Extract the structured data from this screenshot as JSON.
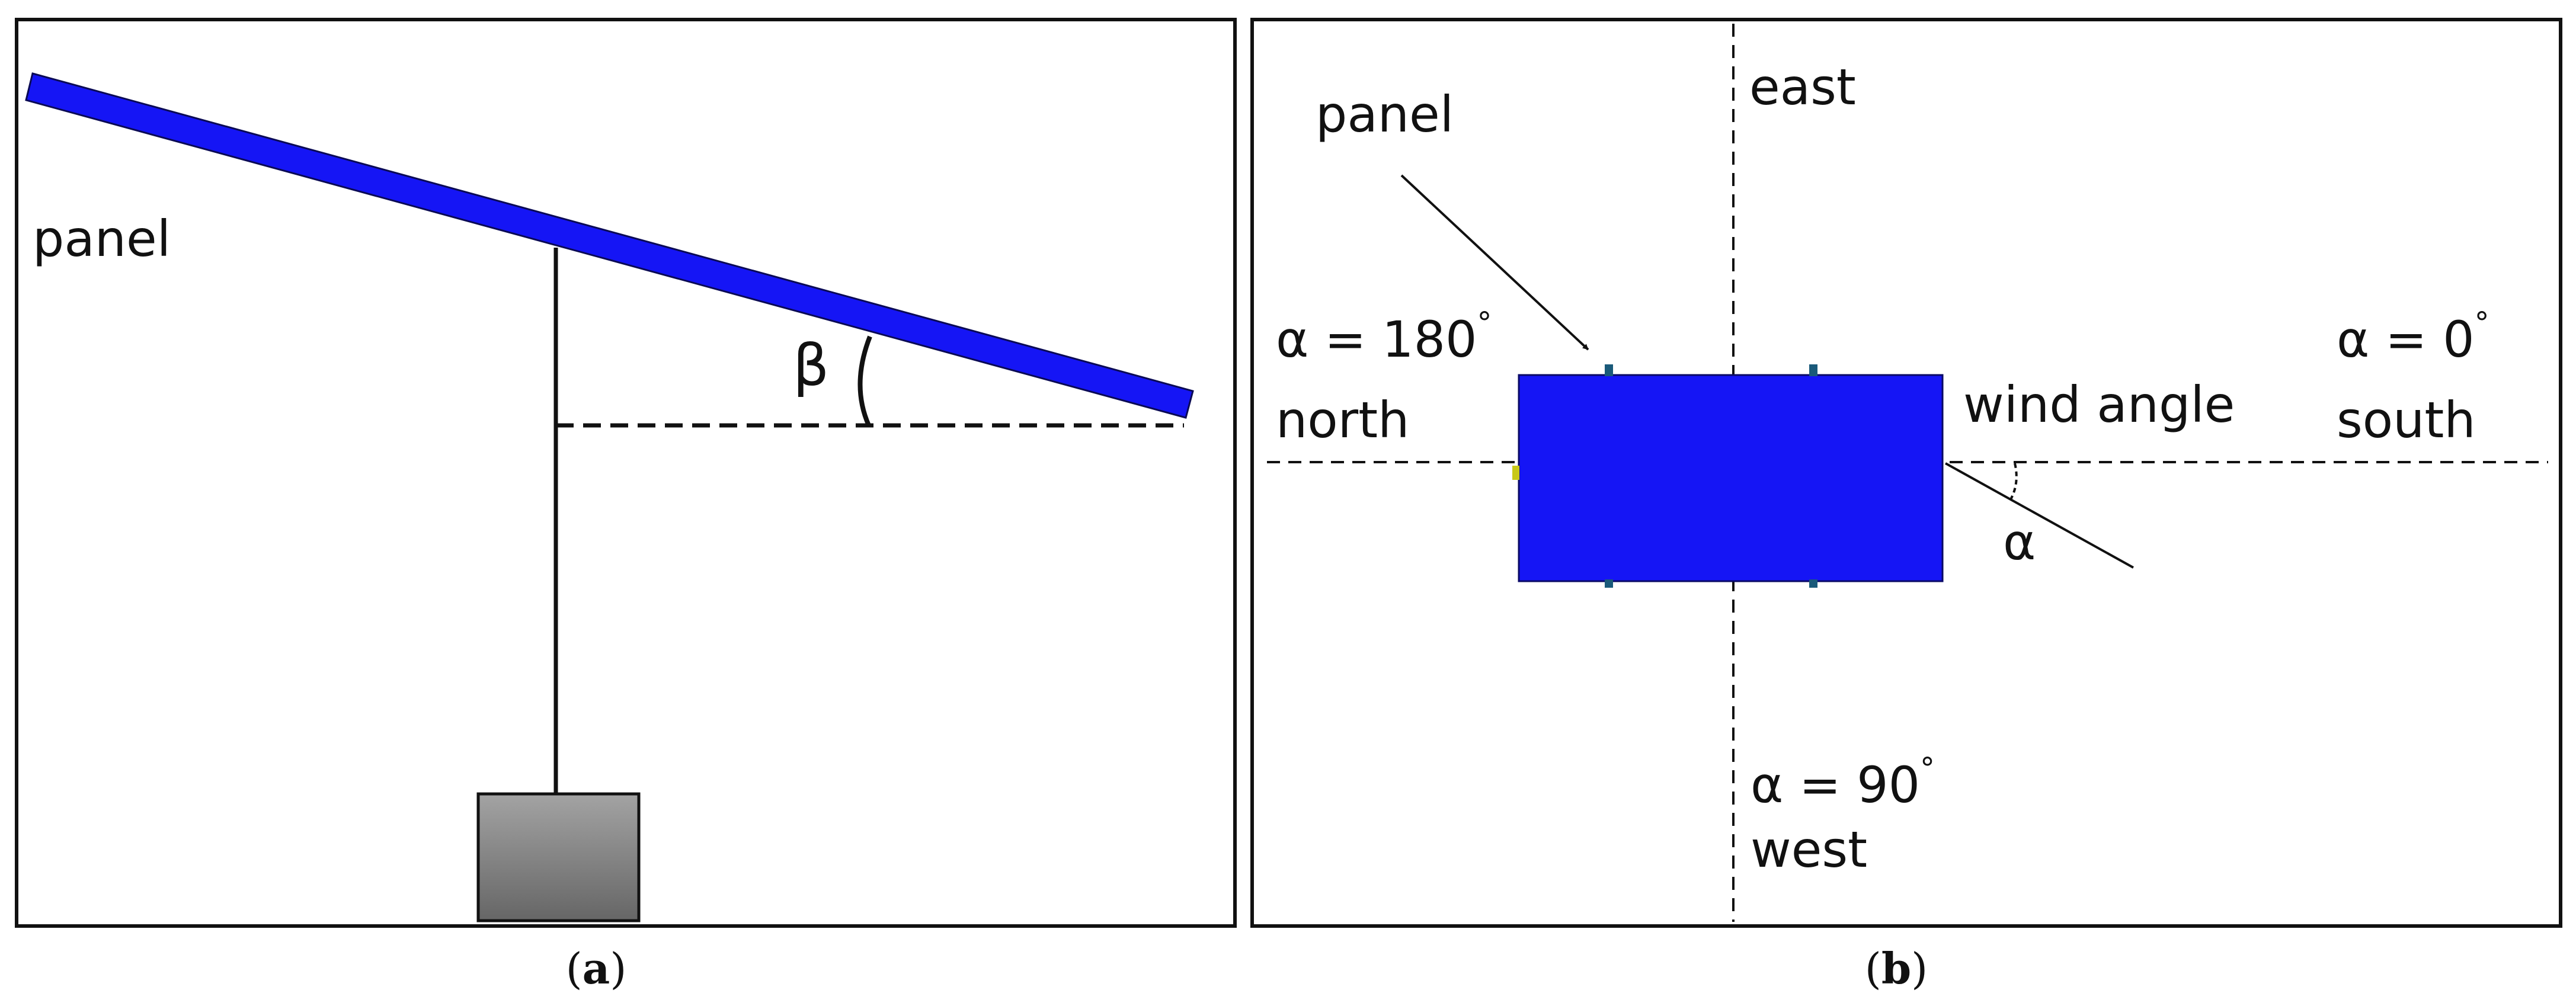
{
  "panel_a": {
    "panel_label": "panel",
    "angle_label": "β",
    "caption_letter": "a"
  },
  "panel_b": {
    "panel_label": "panel",
    "east_label": "east",
    "north_angle": "α = 180",
    "north_label": "north",
    "south_angle": "α = 0",
    "south_label": "south",
    "west_angle": "α = 90",
    "west_label": "west",
    "wind_label": "wind angle",
    "alpha_label": "α",
    "degree_symbol": "°",
    "caption_letter": "b"
  },
  "caption_paren_open": "(",
  "caption_paren_close": ")",
  "colors": {
    "panel_blue": "#1515f5",
    "support_gray": "#7f7f7f",
    "line": "#111111"
  }
}
